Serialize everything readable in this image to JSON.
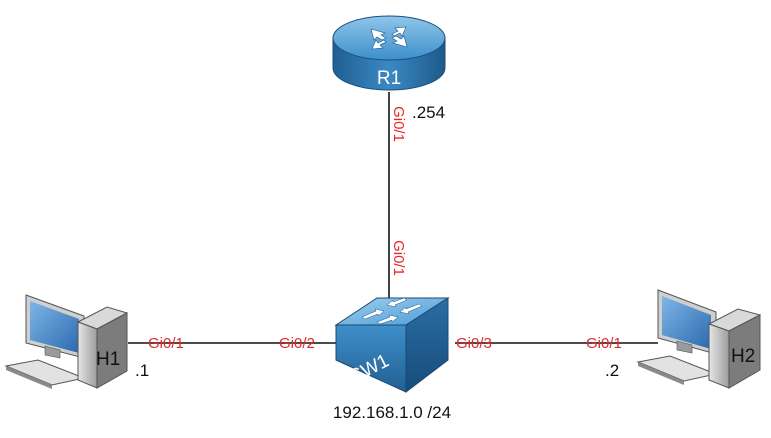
{
  "devices": {
    "router": {
      "label": "R1",
      "type": "router",
      "address": ".254"
    },
    "switch": {
      "label": "SW1",
      "type": "switch"
    },
    "host1": {
      "label": "H1",
      "type": "pc",
      "address": ".1"
    },
    "host2": {
      "label": "H2",
      "type": "pc",
      "address": ".2"
    }
  },
  "links": [
    {
      "from": "R1",
      "from_port": "Gi0/1",
      "to": "SW1",
      "to_port": "Gi0/1"
    },
    {
      "from": "H1",
      "from_port": "Gi0/1",
      "to": "SW1",
      "to_port": "Gi0/2"
    },
    {
      "from": "SW1",
      "from_port": "Gi0/3",
      "to": "H2",
      "to_port": "Gi0/1"
    }
  ],
  "subnet": "192.168.1.0 /24",
  "colors": {
    "port_label": "#e8262a",
    "device_blue": "#2e7fb8",
    "link": "#111111"
  }
}
